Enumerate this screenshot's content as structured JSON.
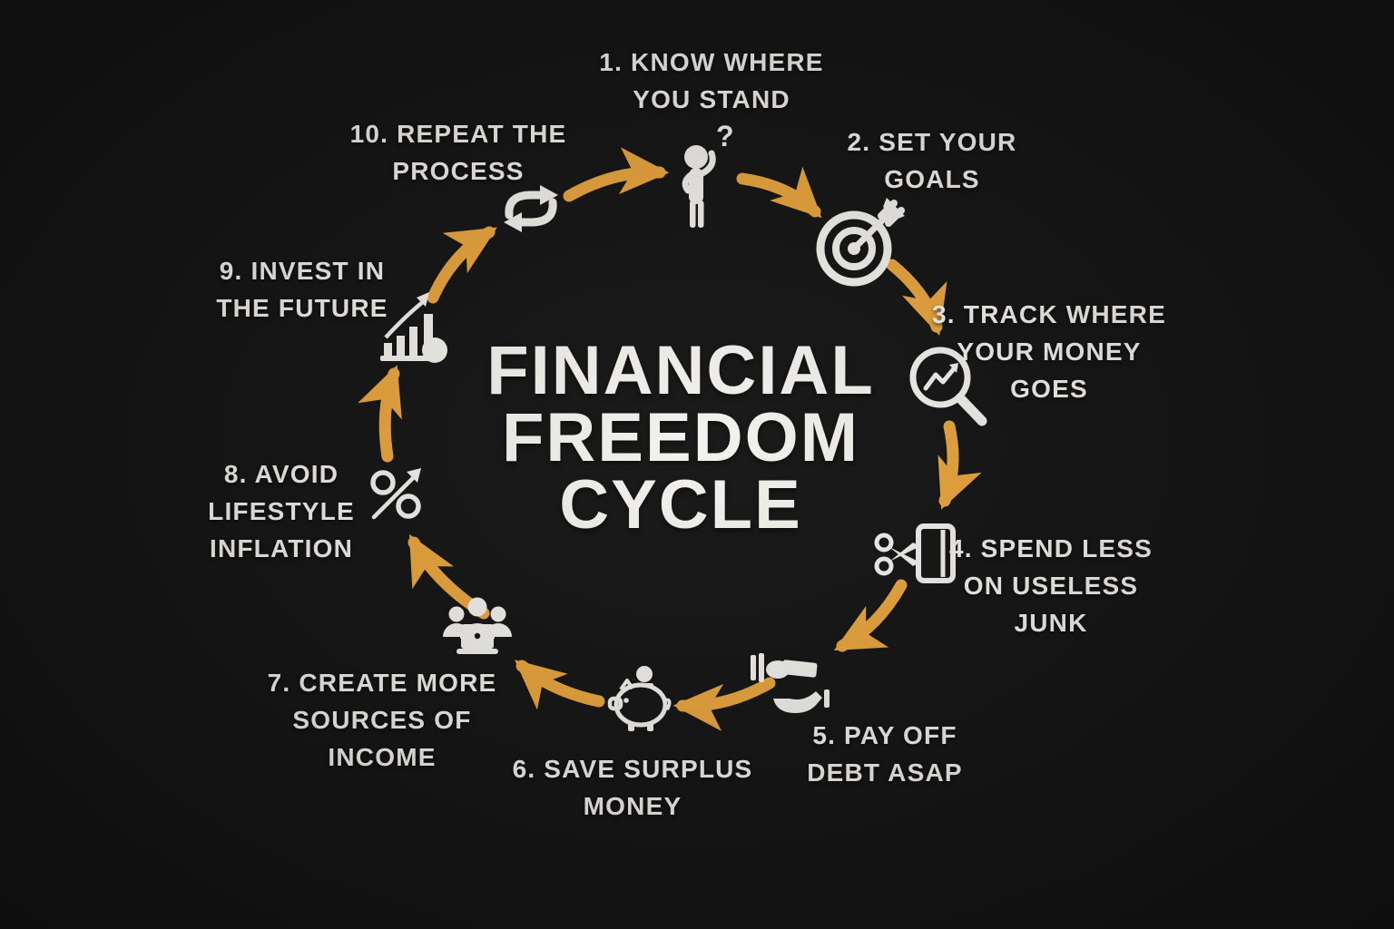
{
  "title": {
    "lines": [
      "FINANCIAL",
      "FREEDOM",
      "CYCLE"
    ]
  },
  "steps": [
    {
      "label_lines": [
        "1. KNOW WHERE",
        "YOU STAND"
      ],
      "icon": "thinking-person-icon",
      "icon_glyph": "?"
    },
    {
      "label_lines": [
        "2. SET YOUR",
        "GOALS"
      ],
      "icon": "goal-target-icon"
    },
    {
      "label_lines": [
        "3. TRACK WHERE",
        "YOUR MONEY",
        "GOES"
      ],
      "icon": "magnifier-chart-icon"
    },
    {
      "label_lines": [
        "4. SPEND LESS",
        "ON USELESS",
        "JUNK"
      ],
      "icon": "scissors-card-icon"
    },
    {
      "label_lines": [
        "5. PAY OFF",
        "DEBT ASAP"
      ],
      "icon": "hand-payment-icon"
    },
    {
      "label_lines": [
        "6. SAVE SURPLUS",
        "MONEY"
      ],
      "icon": "piggy-bank-icon"
    },
    {
      "label_lines": [
        "7. CREATE MORE",
        "SOURCES OF",
        "INCOME"
      ],
      "icon": "team-laptop-icon"
    },
    {
      "label_lines": [
        "8. AVOID",
        "LIFESTYLE",
        "INFLATION"
      ],
      "icon": "percent-growth-icon"
    },
    {
      "label_lines": [
        "9. INVEST IN",
        "THE FUTURE"
      ],
      "icon": "investment-chart-icon"
    },
    {
      "label_lines": [
        "10. REPEAT THE",
        "PROCESS"
      ],
      "icon": "repeat-cycle-icon"
    }
  ],
  "colors": {
    "background": "#131313",
    "arrow": "#EBA63C",
    "text": "#F4F2EE"
  }
}
